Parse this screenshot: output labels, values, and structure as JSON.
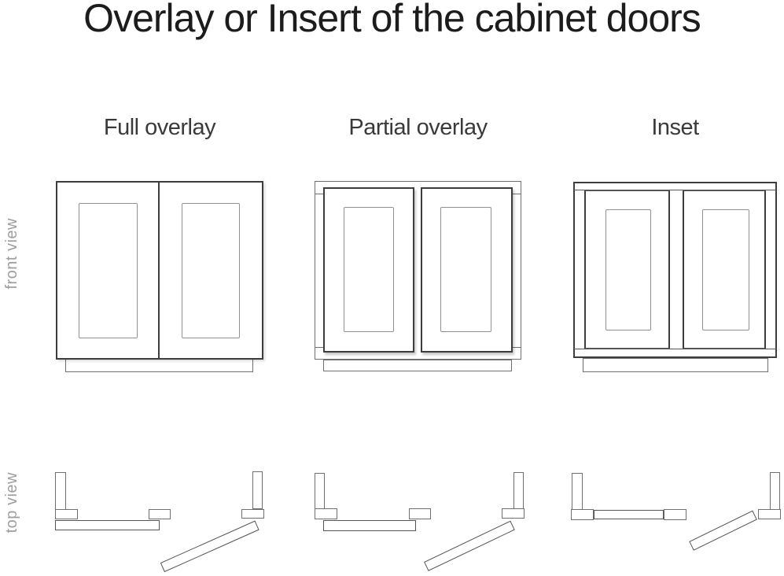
{
  "title": "Overlay or Insert of the cabinet doors",
  "row_labels": {
    "front": "front view",
    "top": "top view"
  },
  "columns": [
    {
      "id": "full-overlay",
      "label": "Full overlay"
    },
    {
      "id": "partial-overlay",
      "label": "Partial overlay"
    },
    {
      "id": "inset",
      "label": "Inset"
    }
  ],
  "colors": {
    "background": "#ffffff",
    "title_text": "#1c1c1c",
    "column_label_text": "#3a3a3a",
    "row_label_text": "#9e9e9e",
    "door_outline": "#3d3d3d",
    "panel_outline": "#919191",
    "carcass_outline": "#6f6f6f"
  }
}
